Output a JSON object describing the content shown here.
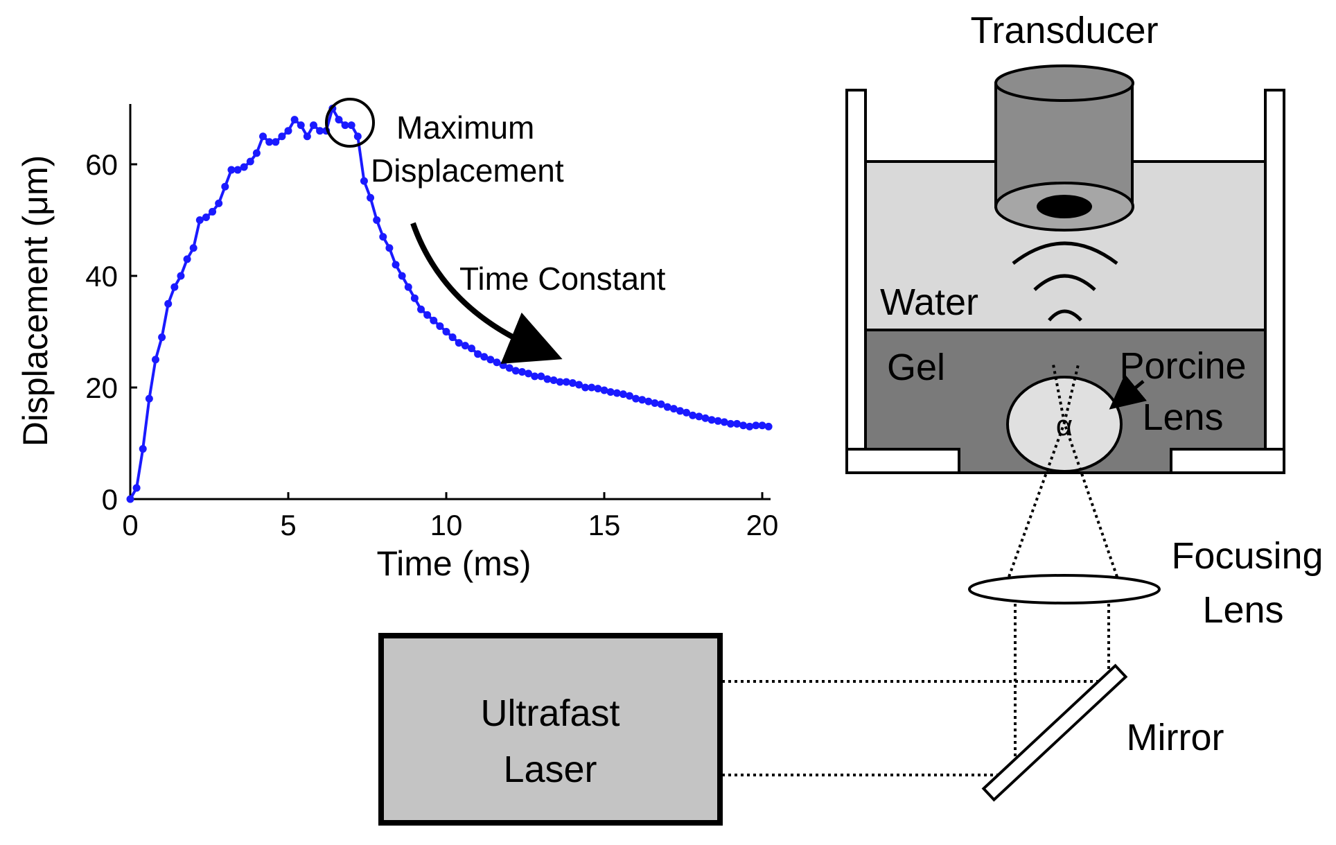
{
  "figure": {
    "chart": {
      "xlabel": "Time (ms)",
      "ylabel": "Displacement (μm)",
      "max_annotation_line1": "Maximum",
      "max_annotation_line2": "Displacement",
      "decay_annotation": "Time Constant",
      "line_color": "#1a1aff"
    },
    "diagram": {
      "transducer": "Transducer",
      "water": "Water",
      "gel": "Gel",
      "porcine_line1": "Porcine",
      "porcine_line2": "Lens",
      "focusing_line1": "Focusing",
      "focusing_line2": "Lens",
      "laser_line1": "Ultrafast",
      "laser_line2": "Laser",
      "mirror": "Mirror",
      "colors": {
        "transducer_body": "#8c8c8c",
        "water": "#d9d9d9",
        "gel": "#7a7a7a",
        "lens": "#e0e0e0",
        "laser_box": "#c4c4c4"
      }
    }
  },
  "chart_data": {
    "type": "line",
    "title": "",
    "xlabel": "Time (ms)",
    "ylabel": "Displacement (μm)",
    "xlim": [
      0,
      20
    ],
    "ylim": [
      0,
      70
    ],
    "xticks": [
      0,
      5,
      10,
      15,
      20
    ],
    "yticks": [
      0,
      20,
      40,
      60
    ],
    "grid": false,
    "legend": "none",
    "series": [
      {
        "x": [
          0,
          0.2,
          0.4,
          0.6,
          0.8,
          1.0,
          1.2,
          1.4,
          1.6,
          1.8,
          2.0,
          2.2,
          2.4,
          2.6,
          2.8,
          3.0,
          3.2,
          3.4,
          3.6,
          3.8,
          4.0,
          4.2,
          4.4,
          4.6,
          4.8,
          5.0,
          5.2,
          5.4,
          5.6,
          5.8,
          6.0,
          6.2,
          6.4,
          6.6,
          6.8,
          7.0,
          7.2,
          7.4,
          7.6,
          7.8,
          8.0,
          8.2,
          8.4,
          8.6,
          8.8,
          9.0,
          9.2,
          9.4,
          9.6,
          9.8,
          10.0,
          10.2,
          10.4,
          10.6,
          10.8,
          11.0,
          11.2,
          11.4,
          11.6,
          11.8,
          12.0,
          12.2,
          12.4,
          12.6,
          12.8,
          13.0,
          13.2,
          13.4,
          13.6,
          13.8,
          14.0,
          14.2,
          14.4,
          14.6,
          14.8,
          15.0,
          15.2,
          15.4,
          15.6,
          15.8,
          16.0,
          16.2,
          16.4,
          16.6,
          16.8,
          17.0,
          17.2,
          17.4,
          17.6,
          17.8,
          18.0,
          18.2,
          18.4,
          18.6,
          18.8,
          19.0,
          19.2,
          19.4,
          19.6,
          19.8,
          20.0,
          20.2
        ],
        "y": [
          0,
          2,
          9,
          18,
          25,
          29,
          35,
          38,
          40,
          43,
          45,
          50,
          50.5,
          51.5,
          53,
          56,
          59,
          59,
          59.5,
          60.5,
          62,
          65,
          64,
          64,
          65,
          66,
          68,
          67,
          65,
          67,
          66,
          66,
          70,
          68,
          67,
          67,
          65,
          57,
          54,
          50,
          47,
          45,
          42,
          40,
          38,
          36,
          34,
          33,
          32,
          31,
          30,
          29,
          28,
          27.5,
          27,
          26,
          25.5,
          25,
          24.5,
          24,
          23.5,
          23,
          22.8,
          22.5,
          22,
          22,
          21.5,
          21.3,
          21,
          21,
          20.8,
          20.5,
          20,
          20,
          19.8,
          19.5,
          19.2,
          19,
          18.8,
          18.5,
          18,
          17.8,
          17.5,
          17.2,
          17,
          16.5,
          16.2,
          15.8,
          15.5,
          15,
          14.8,
          14.5,
          14.2,
          14,
          13.8,
          13.5,
          13.5,
          13.2,
          13,
          13.2,
          13.2,
          13
        ]
      }
    ],
    "annotations": [
      "Maximum Displacement",
      "Time Constant"
    ]
  }
}
